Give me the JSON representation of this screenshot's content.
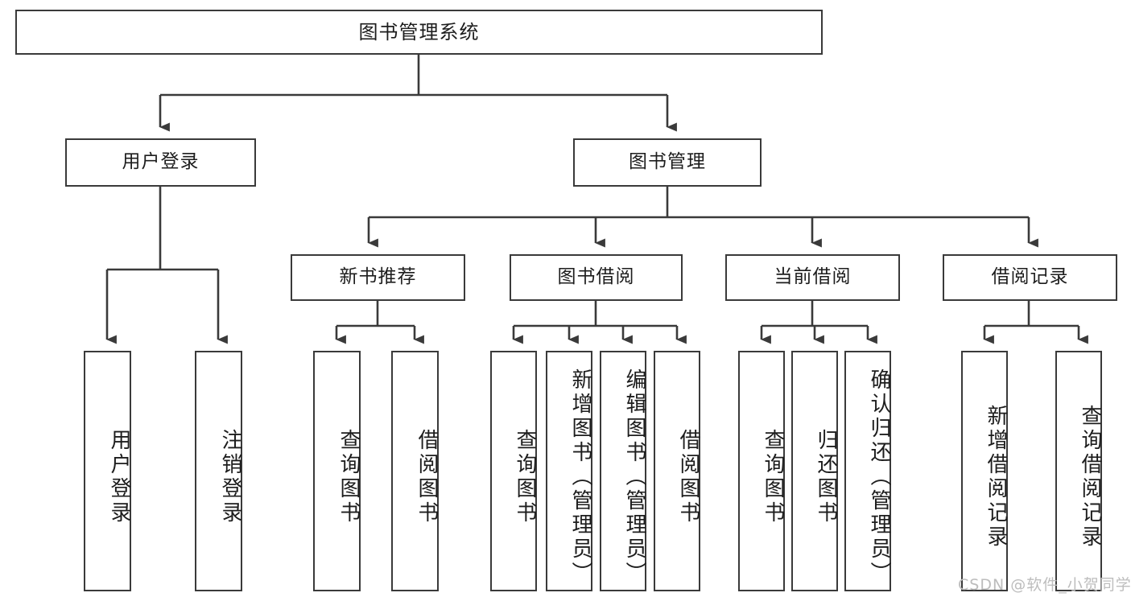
{
  "diagram": {
    "title": "图书管理系统",
    "type": "tree",
    "watermark": "CSDN @软件_小贺同学",
    "colors": {
      "stroke": "#3a3a3a",
      "fill": "#ffffff",
      "text": "#1d1d1d",
      "watermark": "#bdbdbd"
    },
    "root": {
      "label": "图书管理系统"
    },
    "level2": [
      {
        "id": "user-login",
        "label": "用户登录"
      },
      {
        "id": "book-manage",
        "label": "图书管理"
      }
    ],
    "level3": [
      {
        "id": "new-book-recommend",
        "label": "新书推荐",
        "parent": "book-manage"
      },
      {
        "id": "book-borrow",
        "label": "图书借阅",
        "parent": "book-manage"
      },
      {
        "id": "current-borrow",
        "label": "当前借阅",
        "parent": "book-manage"
      },
      {
        "id": "borrow-record",
        "label": "借阅记录",
        "parent": "book-manage"
      }
    ],
    "leaves": [
      {
        "id": "leaf-user-login",
        "label": "用户登录",
        "parent": "user-login"
      },
      {
        "id": "leaf-user-logout",
        "label": "注销登录",
        "parent": "user-login"
      },
      {
        "id": "leaf-query-book-1",
        "label": "查询图书",
        "parent": "new-book-recommend"
      },
      {
        "id": "leaf-borrow-book-1",
        "label": "借阅图书",
        "parent": "new-book-recommend"
      },
      {
        "id": "leaf-query-book-2",
        "label": "查询图书",
        "parent": "book-borrow"
      },
      {
        "id": "leaf-add-book",
        "label": "新增图书（管理员）",
        "parent": "book-borrow"
      },
      {
        "id": "leaf-edit-book",
        "label": "编辑图书（管理员）",
        "parent": "book-borrow"
      },
      {
        "id": "leaf-borrow-book-2",
        "label": "借阅图书",
        "parent": "book-borrow"
      },
      {
        "id": "leaf-query-book-3",
        "label": "查询图书",
        "parent": "current-borrow"
      },
      {
        "id": "leaf-return-book",
        "label": "归还图书",
        "parent": "current-borrow"
      },
      {
        "id": "leaf-confirm-return",
        "label": "确认归还（管理员）",
        "parent": "current-borrow"
      },
      {
        "id": "leaf-add-record",
        "label": "新增借阅记录",
        "parent": "borrow-record"
      },
      {
        "id": "leaf-query-record",
        "label": "查询借阅记录",
        "parent": "borrow-record"
      }
    ]
  }
}
